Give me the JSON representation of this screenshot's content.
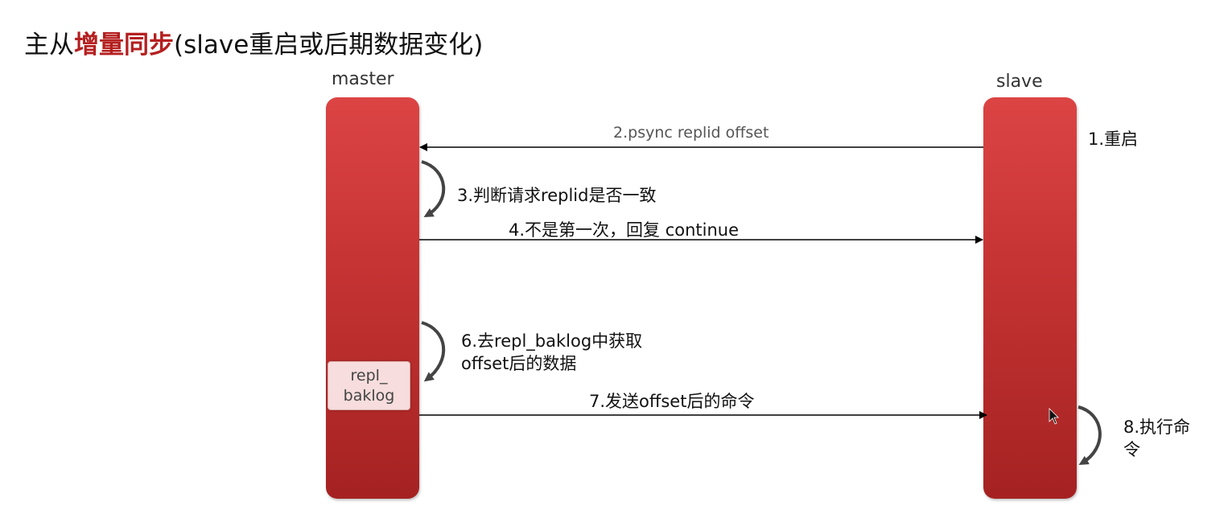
{
  "title": {
    "prefix": "主从",
    "highlight": "增量同步",
    "suffix": "(slave重启或后期数据变化)"
  },
  "nodes": {
    "master": "master",
    "slave": "slave"
  },
  "backlog": {
    "line1": "repl_",
    "line2": "baklog"
  },
  "steps": {
    "s1": "1.重启",
    "s2": "2.psync replid offset",
    "s3": "3.判断请求replid是否一致",
    "s4": "4.不是第一次，回复 continue",
    "s6_line1": "6.去repl_baklog中获取",
    "s6_line2": "offset后的数据",
    "s7": "7.发送offset后的命令",
    "s8_line1": "8.执行命",
    "s8_line2": "令"
  },
  "colors": {
    "bar_top": "#dc4444",
    "bar_bottom": "#a52222",
    "title_highlight": "#b51f1f",
    "backlog_fill": "#f7dddd"
  }
}
